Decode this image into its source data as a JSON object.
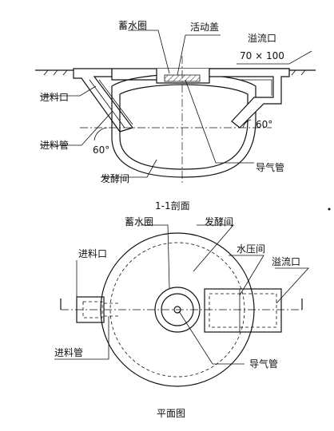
{
  "section": {
    "labels": {
      "water_ring": "蓄水圈",
      "movable_cover": "活动盖",
      "overflow": "溢流口",
      "overflow_size": "70 × 100",
      "feed_inlet": "进料口",
      "feed_pipe": "进料管",
      "angle_left": "60°",
      "angle_right": "60°",
      "gas_pipe": "导气管",
      "fermentation": "发酵间"
    },
    "caption": "1-1剖面"
  },
  "plan": {
    "labels": {
      "water_ring": "蓄水圈",
      "fermentation": "发酵间",
      "feed_inlet": "进料口",
      "pressure_room": "水压间",
      "overflow": "溢流口",
      "feed_pipe": "进料管",
      "gas_pipe": "导气管"
    },
    "caption": "平面图"
  }
}
